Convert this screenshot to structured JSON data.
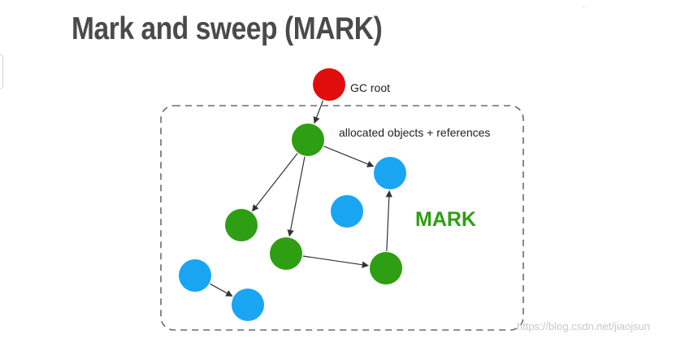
{
  "slide": {
    "title": "Mark and sweep (MARK)"
  },
  "diagram": {
    "root_label": "GC root",
    "heap_label": "allocated objects + references",
    "phase_label": "MARK",
    "colors": {
      "root": "#e00d0d",
      "marked": "#2e9e13",
      "unmarked": "#1aa5f2",
      "phase_text": "#2e9e13",
      "arrow": "#333333",
      "heap_border": "#6b6b6b"
    },
    "nodes": [
      {
        "id": "gc-root",
        "kind": "root"
      },
      {
        "id": "a",
        "kind": "marked"
      },
      {
        "id": "b",
        "kind": "marked"
      },
      {
        "id": "c",
        "kind": "marked"
      },
      {
        "id": "d",
        "kind": "marked"
      },
      {
        "id": "e",
        "kind": "unmarked"
      },
      {
        "id": "f",
        "kind": "unmarked"
      },
      {
        "id": "g",
        "kind": "unmarked"
      },
      {
        "id": "h",
        "kind": "unmarked"
      }
    ],
    "edges": [
      {
        "from": "gc-root",
        "to": "a"
      },
      {
        "from": "a",
        "to": "b"
      },
      {
        "from": "a",
        "to": "c"
      },
      {
        "from": "a",
        "to": "e"
      },
      {
        "from": "c",
        "to": "d"
      },
      {
        "from": "d",
        "to": "e"
      },
      {
        "from": "g",
        "to": "h"
      }
    ]
  },
  "watermark": "https://blog.csdn.net/jiaojsun"
}
